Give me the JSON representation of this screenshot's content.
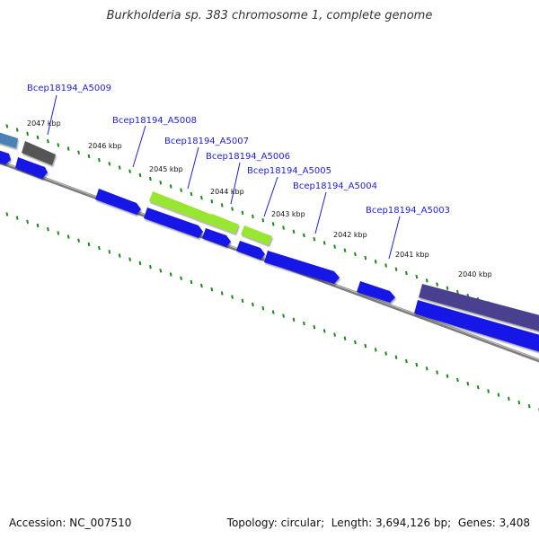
{
  "title": "Burkholderia sp. 383 chromosome 1, complete genome",
  "footer": {
    "accession_label": "Accession:",
    "accession": "NC_007510",
    "topology_label": "Topology:",
    "topology": "circular",
    "length_label": "Length:",
    "length": "3,694,126 bp",
    "genes_label": "Genes:",
    "genes": "3,408"
  },
  "colors": {
    "backbone": "#8a8a8a",
    "tick": "#1a8a1a",
    "cds": "#1414e6",
    "highlight_green": "#99e633",
    "dark_purple": "#4a3f8f",
    "dark_gray": "#555555",
    "steel_blue": "#4a82b5",
    "label": "#1f1fc8"
  },
  "chart_data": {
    "type": "diagram",
    "scale_ticks_kbp": [
      {
        "label": "2047 kbp"
      },
      {
        "label": "2046 kbp"
      },
      {
        "label": "2045 kbp"
      },
      {
        "label": "2044 kbp"
      },
      {
        "label": "2043 kbp"
      },
      {
        "label": "2042 kbp"
      },
      {
        "label": "2041 kbp"
      },
      {
        "label": "2040 kbp"
      }
    ],
    "gene_labels": [
      "Bcep18194_A5009",
      "Bcep18194_A5008",
      "Bcep18194_A5007",
      "Bcep18194_A5006",
      "Bcep18194_A5005",
      "Bcep18194_A5004",
      "Bcep18194_A5003"
    ]
  }
}
